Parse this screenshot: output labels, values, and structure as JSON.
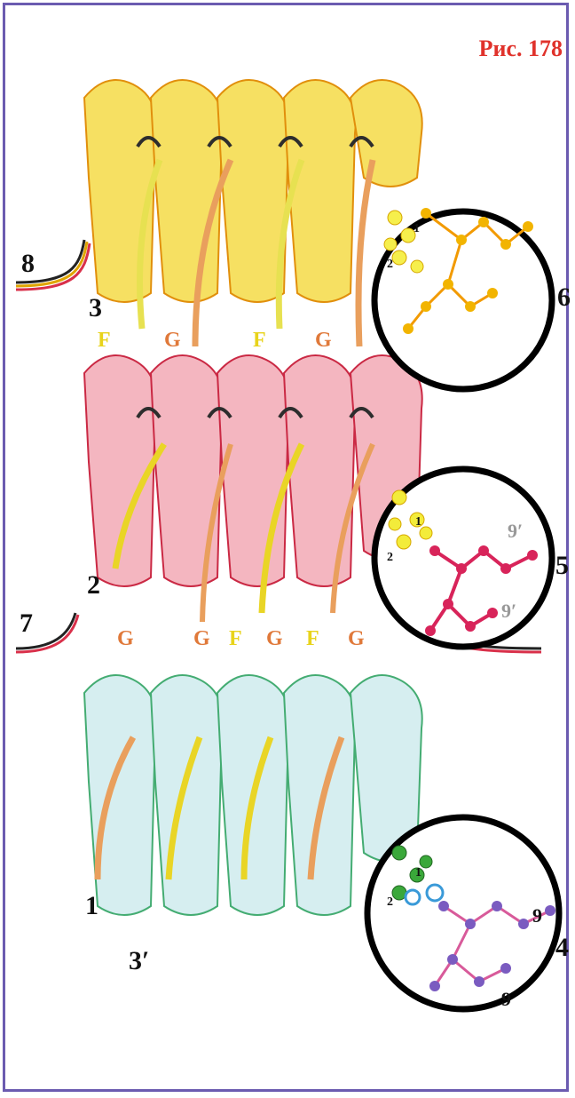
{
  "figure": {
    "title": "Рис. 178",
    "labels": {
      "layer_3": "3",
      "layer_2": "2",
      "layer_1": "1",
      "layer_3_prime": "3′",
      "circle_6": "6",
      "circle_5": "5",
      "circle_4": "4",
      "side_8": "8",
      "side_7": "7",
      "sub_1": "1",
      "sub_2": "2",
      "nine_prime": "9′",
      "nine": "9"
    },
    "connectors_top": [
      "F",
      "G",
      "F",
      "G"
    ],
    "connectors_bottom": [
      "G",
      "G",
      "F",
      "G",
      "F",
      "G"
    ]
  },
  "colors": {
    "frame": "#6b5bb0",
    "title": "#e0322b",
    "layer_top": "#f0c419",
    "layer_mid": "#d9304a",
    "layer_bottom": "#3aa86b",
    "letter_f": "#e8d31b",
    "letter_g": "#e0793a"
  }
}
